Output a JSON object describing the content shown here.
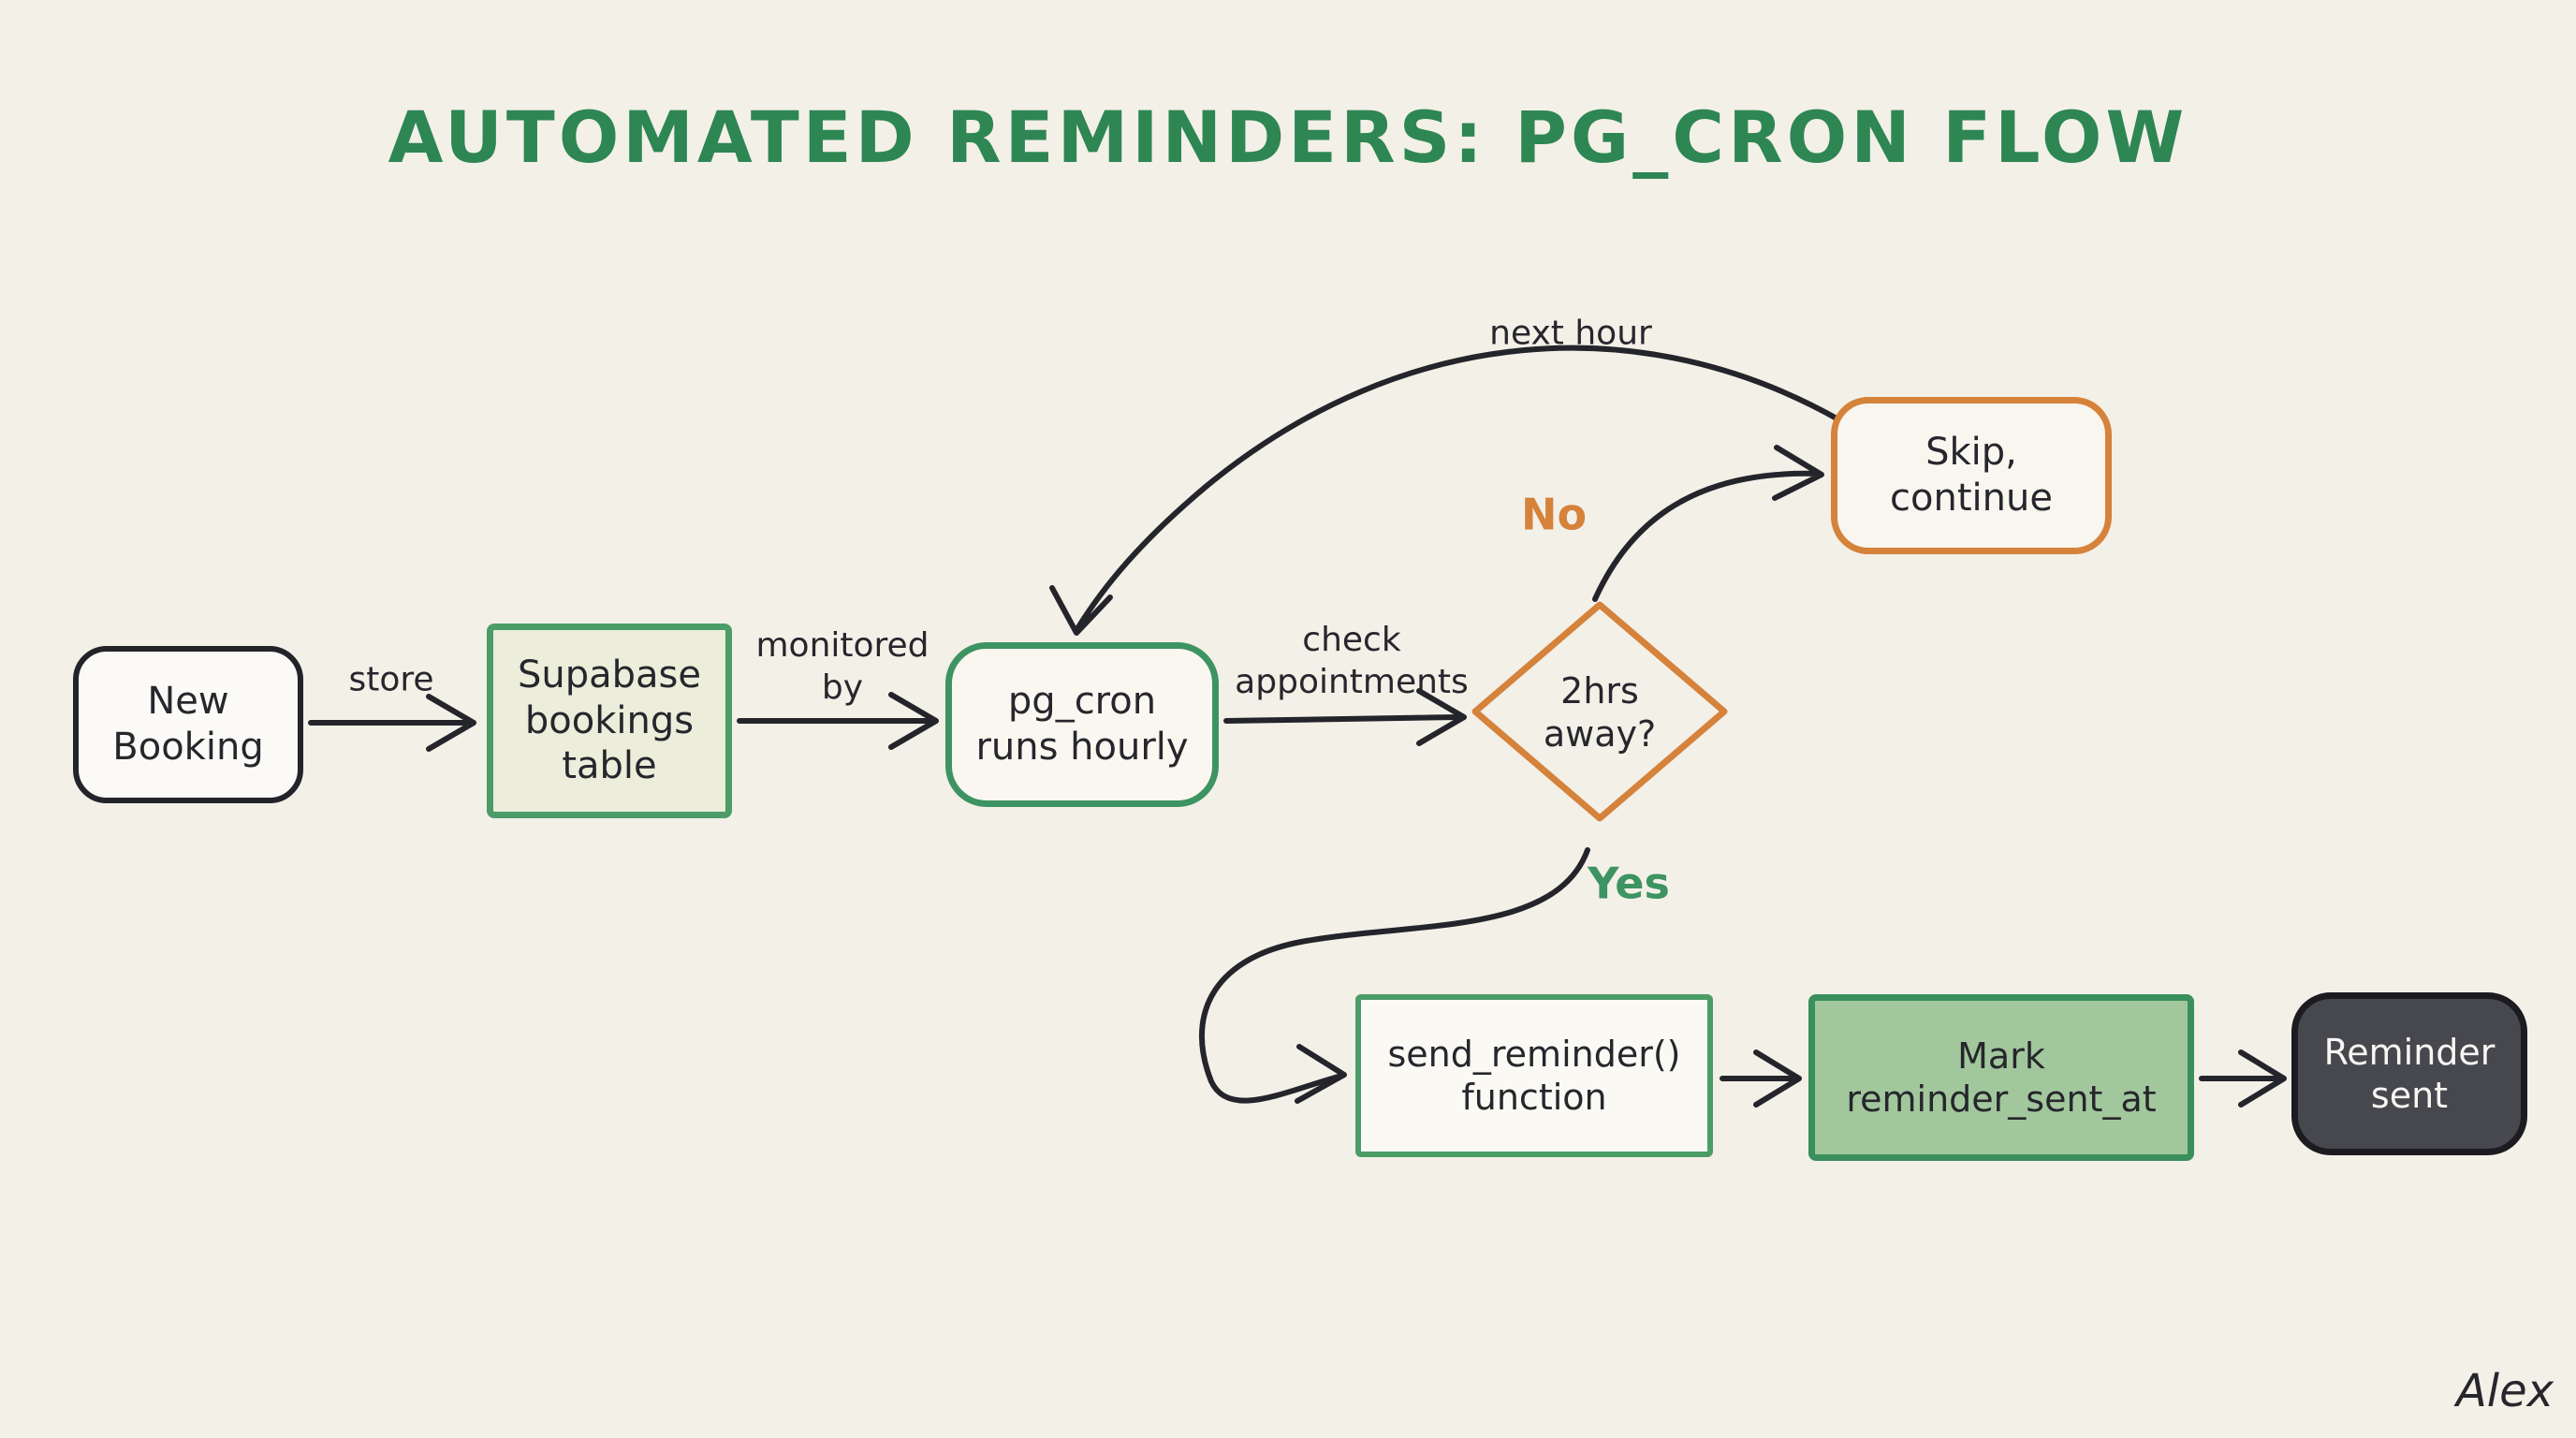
{
  "title": "AUTOMATED REMINDERS: PG_CRON FLOW",
  "signature": "Alex",
  "colors": {
    "background": "#f3f0e8",
    "title_green": "#2e8653",
    "green_border": "#4c9c68",
    "supabase_fill": "#ecedda",
    "mark_fill": "#a2c79d",
    "mark_border": "#3a8f5c",
    "orange": "#d5823b",
    "dark_node_fill": "#47474e",
    "dark_node_text": "#f6f6f2",
    "ink": "#24242b",
    "yes_green": "#3e9362"
  },
  "nodes": {
    "new_booking": "New\nBooking",
    "supabase": "Supabase\nbookings\ntable",
    "pg_cron": "pg_cron\nruns hourly",
    "decision": "2hrs\naway?",
    "skip": "Skip,\ncontinue",
    "send_reminder": "send_reminder()\nfunction",
    "mark": "Mark\nreminder_sent_at",
    "reminder_sent": "Reminder\nsent"
  },
  "edge_labels": {
    "store": "store",
    "monitored_by": "monitored\nby",
    "check_appointments": "check\nappointments",
    "next_hour": "next hour",
    "no": "No",
    "yes": "Yes"
  }
}
